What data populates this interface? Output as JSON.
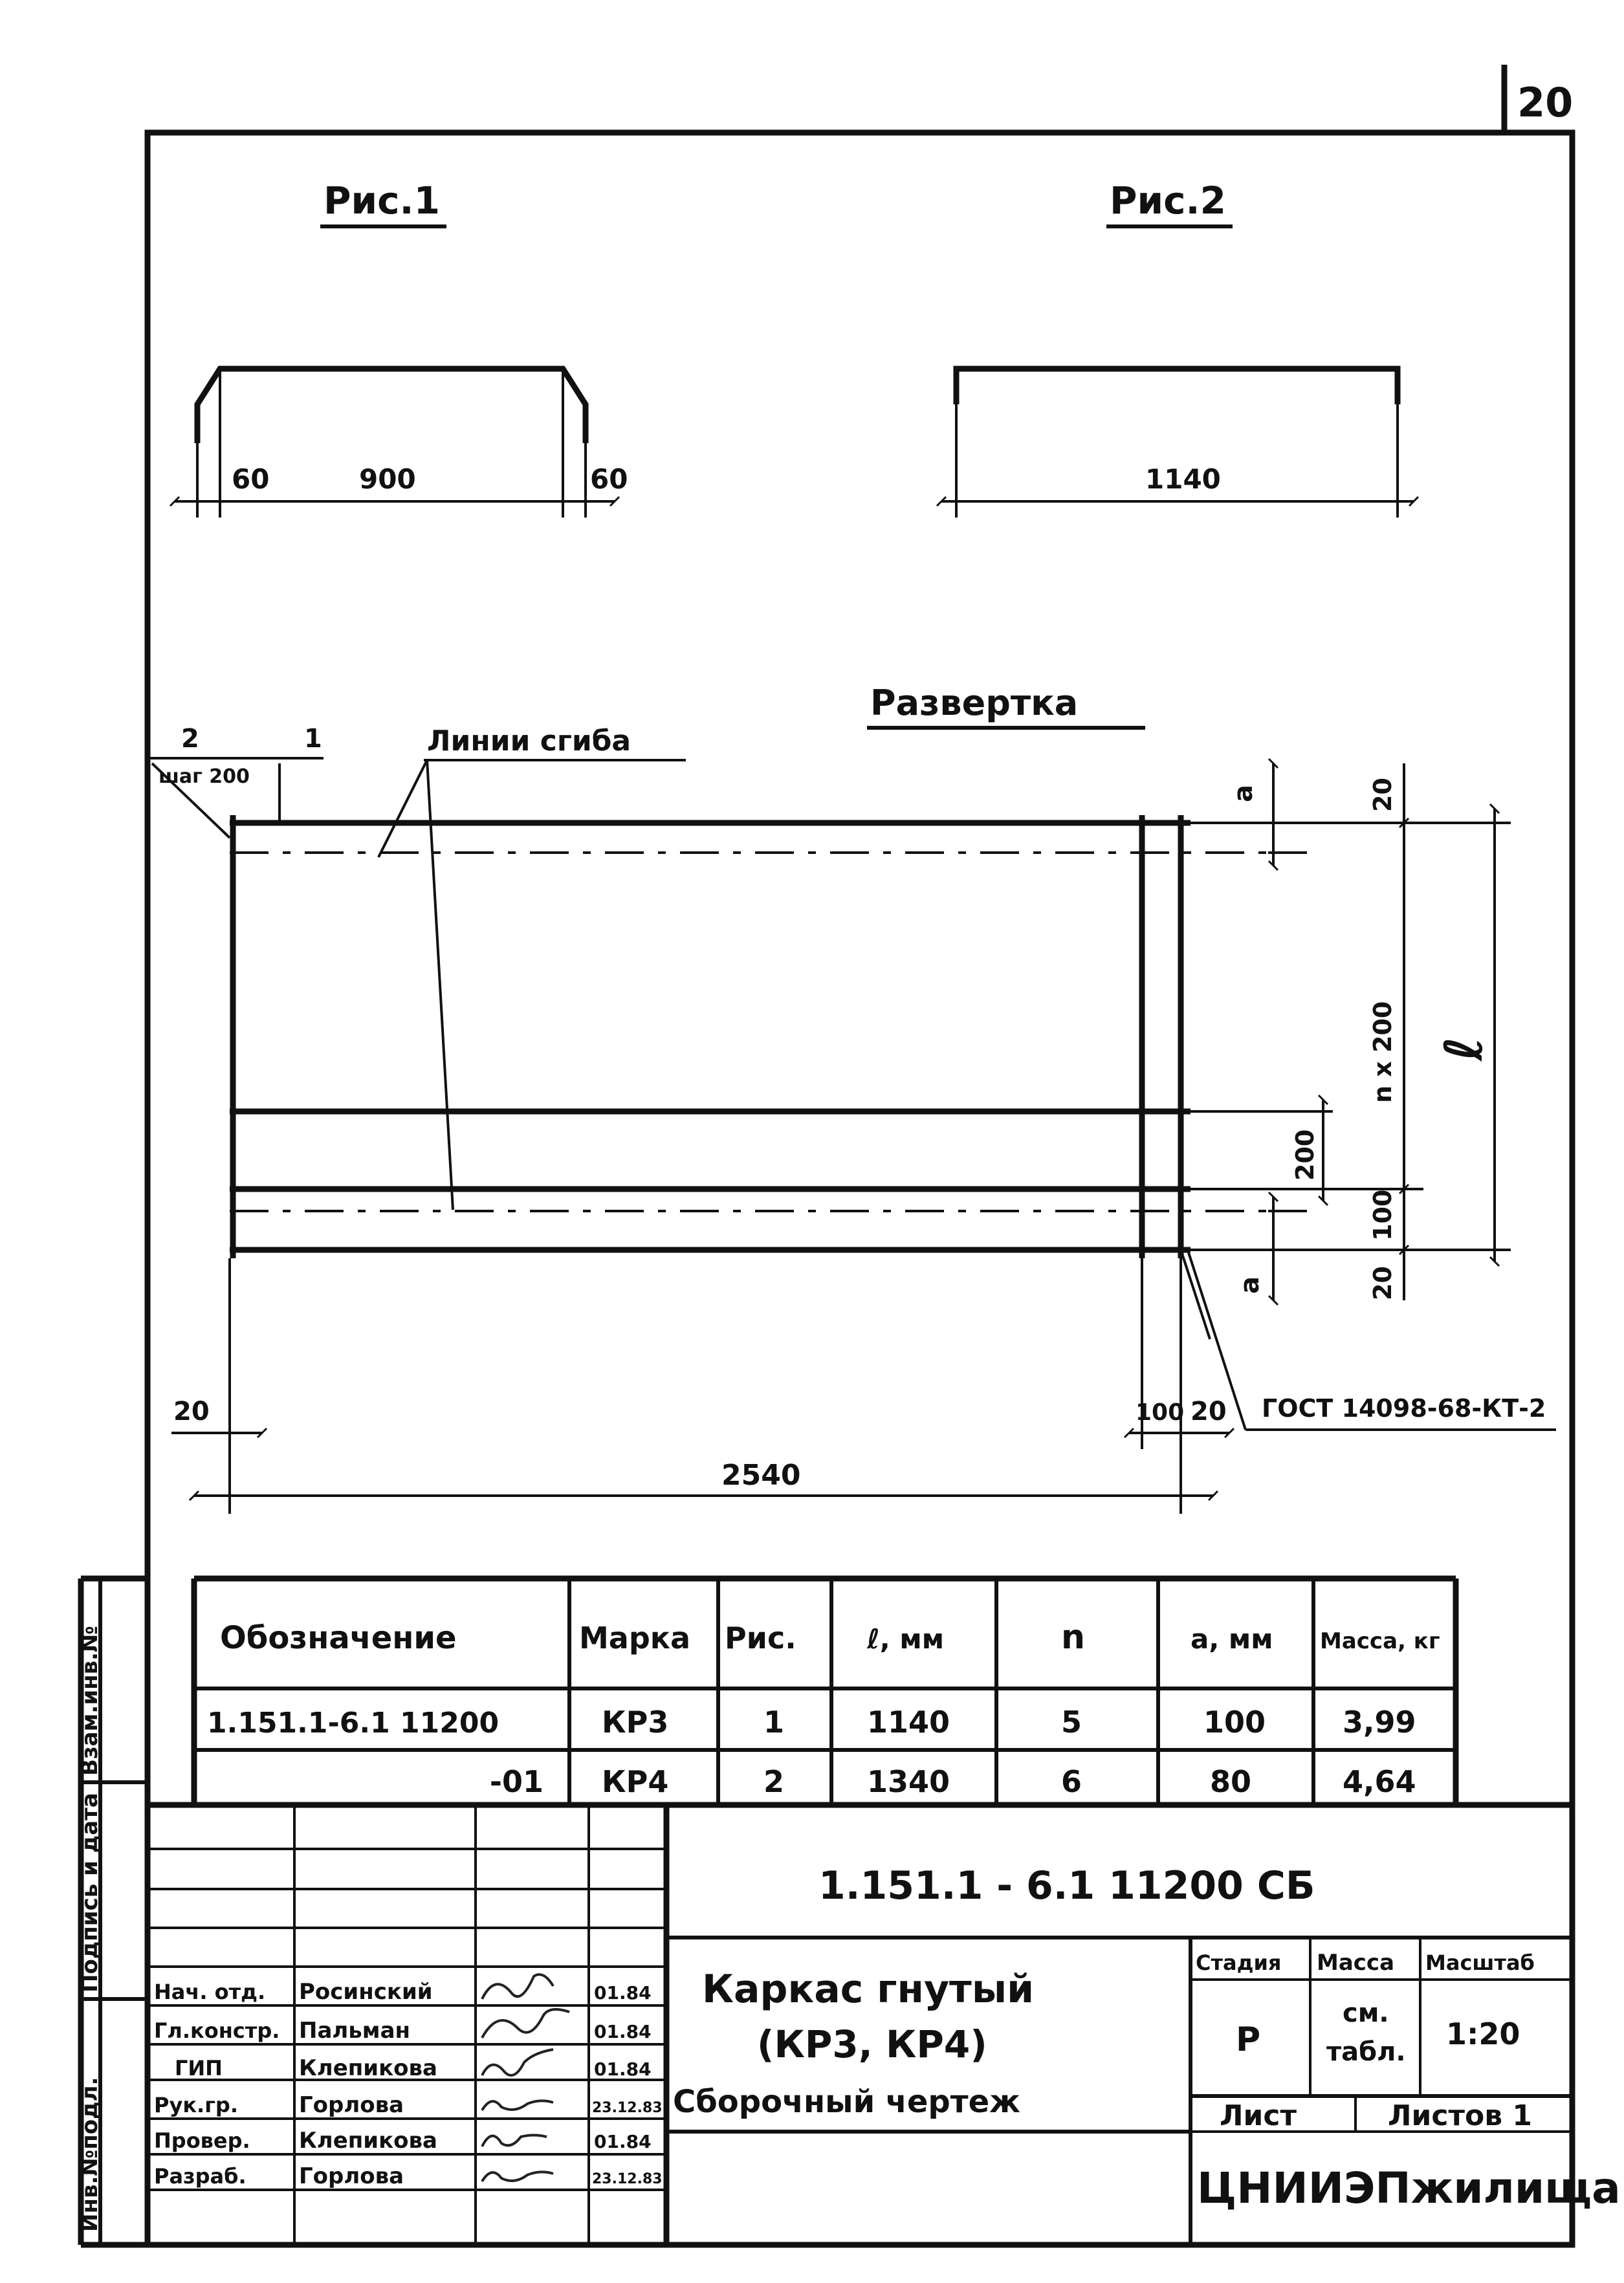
{
  "page_number": "20",
  "fig1": {
    "title": "Рис.1",
    "dim_left": "60",
    "dim_mid": "900",
    "dim_right": "60"
  },
  "fig2": {
    "title": "Рис.2",
    "dim": "1140"
  },
  "development": {
    "title": "Развертка",
    "bend_lines_label": "Линии сгиба",
    "bar_2": "2",
    "bar_1": "1",
    "pitch": "шаг 200",
    "dim_a_top": "a",
    "dim_20_top": "20",
    "dim_n200": "n x 200",
    "dim_l": "ℓ",
    "dim_200": "200",
    "dim_100_right": "100",
    "dim_a_bottom": "a",
    "dim_20_bottom": "20",
    "dim_20_left": "20",
    "dim_100_bottom": "100",
    "dim_20_bottom_right": "20",
    "dim_2540": "2540",
    "weld_note": "ГОСТ 14098-68-КТ-2"
  },
  "spec_table": {
    "headers": [
      "Обозначение",
      "Марка",
      "Рис.",
      "ℓ, мм",
      "n",
      "a, мм",
      "Масса, кг"
    ],
    "rows": [
      [
        "1.151.1-6.1 11200",
        "КР3",
        "1",
        "1140",
        "5",
        "100",
        "3,99"
      ],
      [
        "-01",
        "КР4",
        "2",
        "1340",
        "6",
        "80",
        "4,64"
      ]
    ]
  },
  "side_stamp": [
    "Инв.№подл.",
    "Подпись и дата",
    "Взам.инв.№"
  ],
  "title_block": {
    "doc_code": "1.151.1 - 6.1 11200 СБ",
    "name_line1": "Каркас гнутый",
    "name_line2": "(КР3, КР4)",
    "name_line3": "Сборочный чертеж",
    "stage_header": "Стадия",
    "mass_header": "Масса",
    "scale_header": "Масштаб",
    "stage": "Р",
    "mass_line1": "см.",
    "mass_line2": "табл.",
    "scale": "1:20",
    "sheet_label": "Лист",
    "sheets_label": "Листов 1",
    "organization": "ЦНИИЭПжилища",
    "people": [
      {
        "role": "Нач. отд.",
        "name": "Росинский",
        "date": "01.84"
      },
      {
        "role": "Гл.констр.",
        "name": "Пальман",
        "date": "01.84"
      },
      {
        "role": "ГИП",
        "name": "Клепикова",
        "date": "01.84"
      },
      {
        "role": "Рук.гр.",
        "name": "Горлова",
        "date": "23.12.83"
      },
      {
        "role": "Провер.",
        "name": "Клепикова",
        "date": "01.84"
      },
      {
        "role": "Разраб.",
        "name": "Горлова",
        "date": "23.12.83"
      }
    ]
  }
}
